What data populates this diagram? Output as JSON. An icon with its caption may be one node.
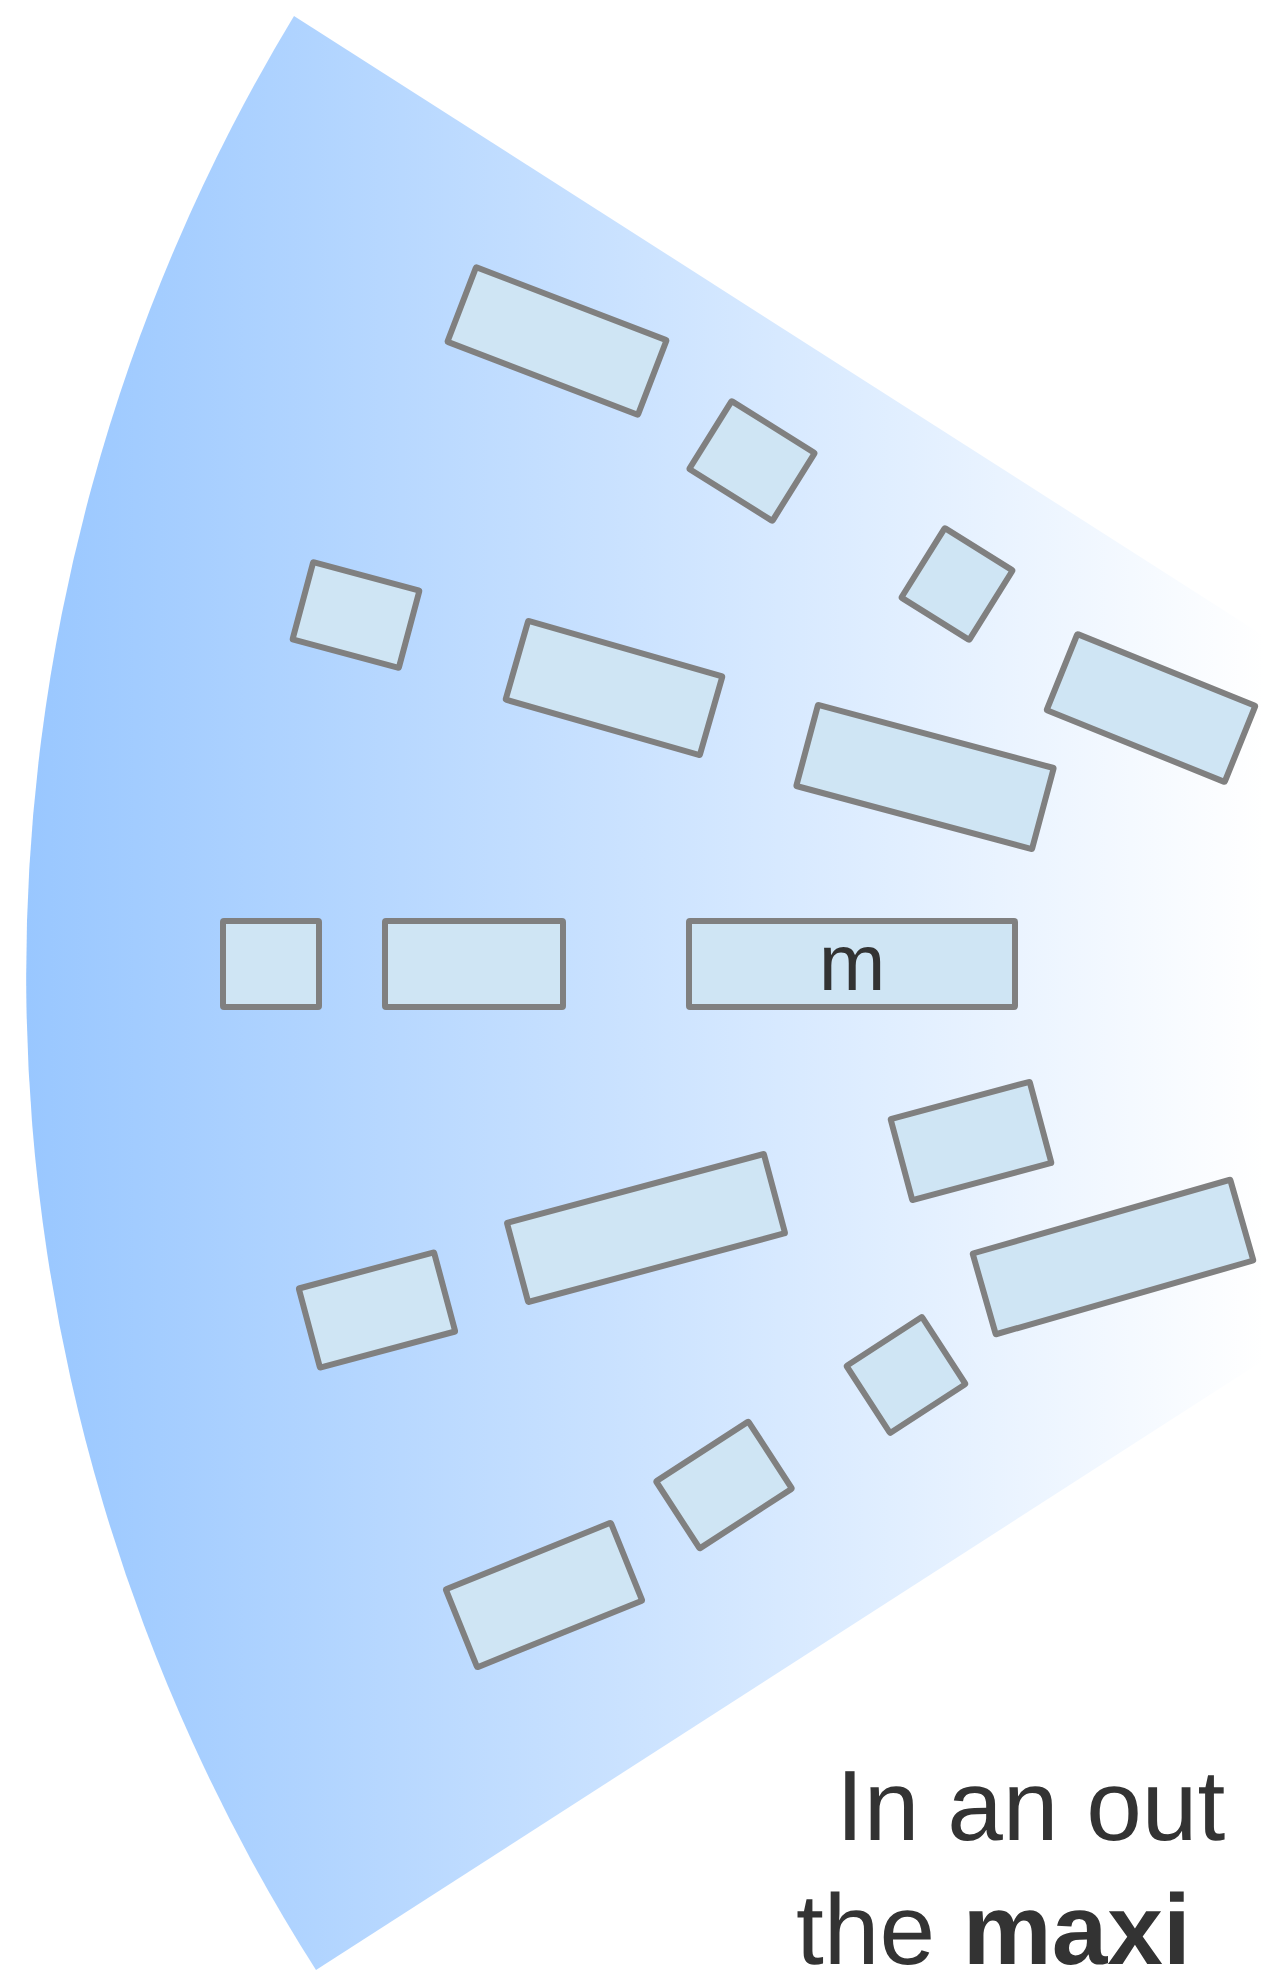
{
  "diagram": {
    "nodes": [
      {
        "text": [],
        "shape": "box"
      },
      {
        "text": [],
        "shape": "box"
      },
      {
        "text": [],
        "shape": "box"
      },
      {
        "text": [],
        "shape": "box"
      },
      {
        "text": [],
        "shape": "box"
      },
      {
        "text": [],
        "shape": "box"
      },
      {
        "text": [],
        "shape": "box"
      },
      {
        "text": [],
        "shape": "box"
      },
      {
        "text": [],
        "shape": "box"
      },
      {
        "text": [
          "m"
        ]
      },
      {
        "text": [],
        "shape": "box"
      },
      {
        "text": [],
        "shape": "box"
      },
      {
        "text": [],
        "shape": "box"
      },
      {
        "text": [],
        "shape": "box"
      },
      {
        "text": [],
        "shape": "box"
      },
      {
        "text": [],
        "shape": "box"
      },
      {
        "text": [],
        "shape": "box"
      }
    ],
    "edges": [],
    "labels": [
      "In an out the **maxi**"
    ]
  }
}
